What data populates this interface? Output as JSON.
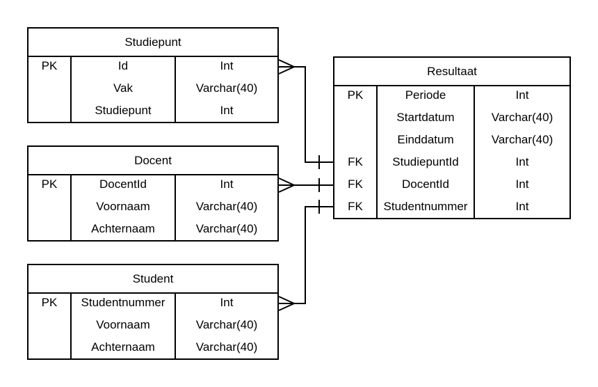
{
  "entities": {
    "studiepunt": {
      "title": "Studiepunt",
      "rows": [
        {
          "key": "PK",
          "name": "Id",
          "type": "Int"
        },
        {
          "key": "",
          "name": "Vak",
          "type": "Varchar(40)"
        },
        {
          "key": "",
          "name": "Studiepunt",
          "type": "Int"
        }
      ]
    },
    "docent": {
      "title": "Docent",
      "rows": [
        {
          "key": "PK",
          "name": "DocentId",
          "type": "Int"
        },
        {
          "key": "",
          "name": "Voornaam",
          "type": "Varchar(40)"
        },
        {
          "key": "",
          "name": "Achternaam",
          "type": "Varchar(40)"
        }
      ]
    },
    "student": {
      "title": "Student",
      "rows": [
        {
          "key": "PK",
          "name": "Studentnummer",
          "type": "Int"
        },
        {
          "key": "",
          "name": "Voornaam",
          "type": "Varchar(40)"
        },
        {
          "key": "",
          "name": "Achternaam",
          "type": "Varchar(40)"
        }
      ]
    },
    "resultaat": {
      "title": "Resultaat",
      "rows": [
        {
          "key": "PK",
          "name": "Periode",
          "type": "Int"
        },
        {
          "key": "",
          "name": "Startdatum",
          "type": "Varchar(40)"
        },
        {
          "key": "",
          "name": "Einddatum",
          "type": "Varchar(40)"
        },
        {
          "key": "FK",
          "name": "StudiepuntId",
          "type": "Int"
        },
        {
          "key": "FK",
          "name": "DocentId",
          "type": "Int"
        },
        {
          "key": "FK",
          "name": "Studentnummer",
          "type": "Int"
        }
      ]
    }
  },
  "relationships": [
    {
      "from": "studiepunt",
      "to": "resultaat",
      "from_end": "crows-foot",
      "to_end": "one"
    },
    {
      "from": "docent",
      "to": "resultaat",
      "from_end": "crows-foot",
      "to_end": "one"
    },
    {
      "from": "student",
      "to": "resultaat",
      "from_end": "crows-foot",
      "to_end": "one"
    }
  ]
}
